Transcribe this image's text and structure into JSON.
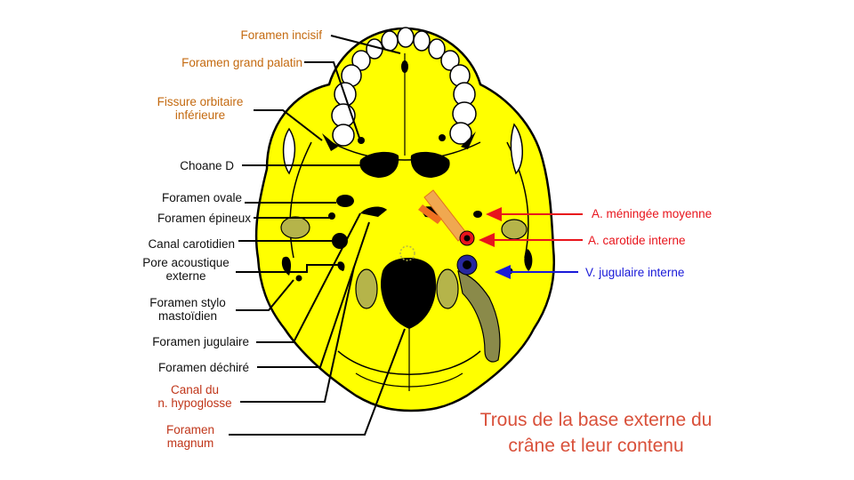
{
  "colors": {
    "skull": "#ffff00",
    "outline": "#000000",
    "orange_labels": "#c46a10",
    "artery": "#e8141c",
    "vein": "#1a1ad8",
    "title": "#d9503a"
  },
  "labels": {
    "foramen_incisif": "Foramen incisif",
    "foramen_grand_palatin": "Foramen grand palatin",
    "fissure_orbitaire_1": "Fissure orbitaire",
    "fissure_orbitaire_2": "inférieure",
    "choane": "Choane D",
    "foramen_ovale": "Foramen ovale",
    "foramen_epineux": "Foramen épineux",
    "canal_carotidien": "Canal carotidien",
    "pore_acoustique_1": "Pore acoustique",
    "pore_acoustique_2": "externe",
    "stylo_1": "Foramen stylo",
    "stylo_2": "mastoïdien",
    "foramen_jugulaire": "Foramen jugulaire",
    "foramen_dechire": "Foramen déchiré",
    "canal_hypoglosse_1": "Canal du",
    "canal_hypoglosse_2": "n. hypoglosse",
    "foramen_magnum_1": "Foramen",
    "foramen_magnum_2": "magnum"
  },
  "contents": {
    "meningee": "A. méningée moyenne",
    "carotide": "A. carotide interne",
    "jugulaire": "V. jugulaire interne"
  },
  "title": {
    "line1": "Trous de la base externe du",
    "line2": "crâne et leur contenu"
  }
}
